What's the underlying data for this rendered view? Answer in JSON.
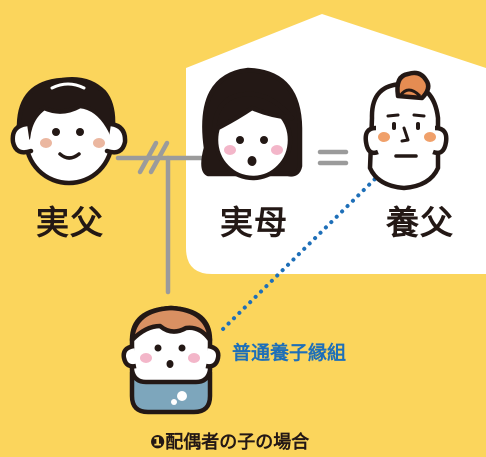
{
  "people": {
    "biological_father": {
      "label": "実父"
    },
    "biological_mother": {
      "label": "実母"
    },
    "adoptive_father": {
      "label": "養父"
    }
  },
  "relationship": {
    "label": "普通養子縁組"
  },
  "caption": "❶配偶者の子の場合",
  "colors": {
    "background": "#FBD55C",
    "household_panel": "#FFFFFF",
    "line": "#9B9B9B",
    "adoption_line": "#1E6FB8",
    "outline": "#231815"
  }
}
